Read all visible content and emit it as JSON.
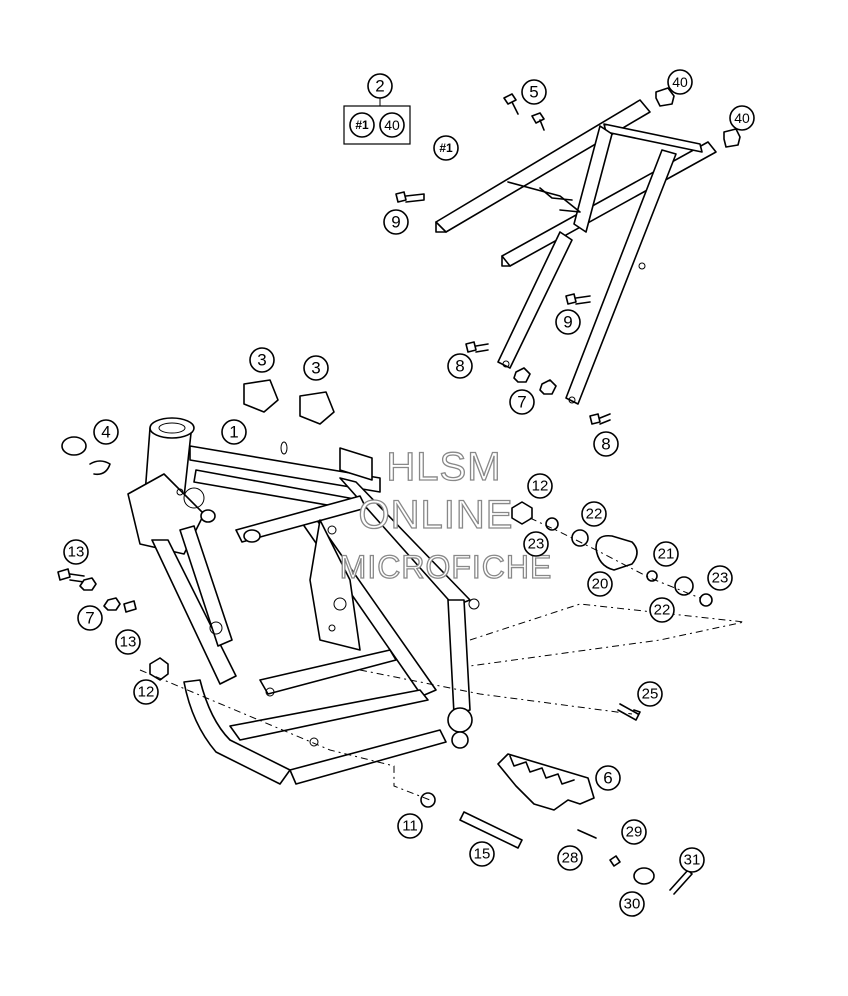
{
  "watermark": {
    "line1": "HLSM",
    "line2": "ONLINE",
    "line3": "MICROFICHE"
  },
  "set_box": {
    "label": "2",
    "items": [
      "#1",
      "40"
    ]
  },
  "callouts": [
    {
      "id": "c1",
      "label": "1"
    },
    {
      "id": "c3a",
      "label": "3"
    },
    {
      "id": "c3b",
      "label": "3"
    },
    {
      "id": "c4",
      "label": "4"
    },
    {
      "id": "c5",
      "label": "5"
    },
    {
      "id": "c40a",
      "label": "40"
    },
    {
      "id": "c40b",
      "label": "40"
    },
    {
      "id": "cs1",
      "label": "#1"
    },
    {
      "id": "c9a",
      "label": "9"
    },
    {
      "id": "c9b",
      "label": "9"
    },
    {
      "id": "c8a",
      "label": "8"
    },
    {
      "id": "c8b",
      "label": "8"
    },
    {
      "id": "c7a",
      "label": "7"
    },
    {
      "id": "c7b",
      "label": "7"
    },
    {
      "id": "c12a",
      "label": "12"
    },
    {
      "id": "c12b",
      "label": "12"
    },
    {
      "id": "c22a",
      "label": "22"
    },
    {
      "id": "c22b",
      "label": "22"
    },
    {
      "id": "c23a",
      "label": "23"
    },
    {
      "id": "c23b",
      "label": "23"
    },
    {
      "id": "c21",
      "label": "21"
    },
    {
      "id": "c20",
      "label": "20"
    },
    {
      "id": "c13a",
      "label": "13"
    },
    {
      "id": "c13b",
      "label": "13"
    },
    {
      "id": "c25",
      "label": "25"
    },
    {
      "id": "c6",
      "label": "6"
    },
    {
      "id": "c11",
      "label": "11"
    },
    {
      "id": "c15",
      "label": "15"
    },
    {
      "id": "c29",
      "label": "29"
    },
    {
      "id": "c28",
      "label": "28"
    },
    {
      "id": "c31",
      "label": "31"
    },
    {
      "id": "c30",
      "label": "30"
    }
  ]
}
